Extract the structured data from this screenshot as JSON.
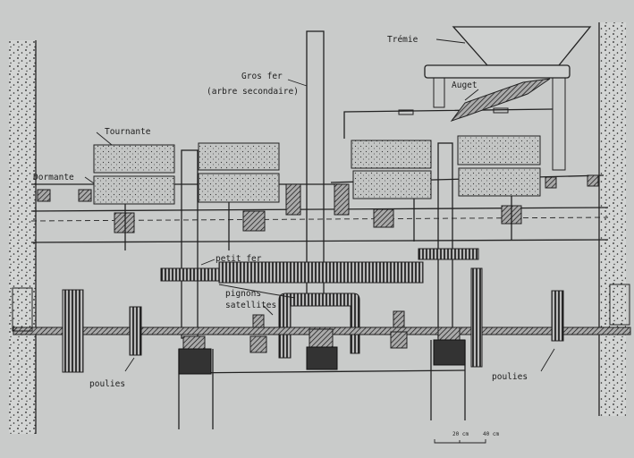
{
  "title": "Moulin – coupe schématique",
  "labels": {
    "tremie": "Trémie",
    "gros_fer": "Gros fer",
    "arbre_secondaire": "(arbre secondaire)",
    "auget": "Auget",
    "tournante": "Tournante",
    "dormante": "Dormante",
    "petit_fer": "petit fer",
    "pignons": "pignons",
    "satellites": "satellites",
    "poulies_left": "poulies",
    "poulies_right": "poulies"
  },
  "scale": {
    "mark1": "20 cm",
    "mark2": "40 cm"
  },
  "colors": {
    "paper": "#c9cbca",
    "ink": "#222222"
  }
}
